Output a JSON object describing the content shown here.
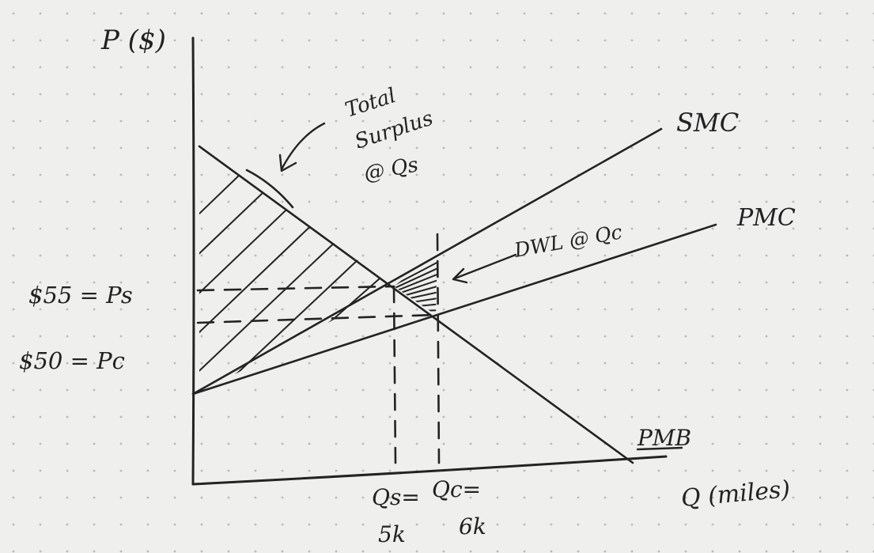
{
  "axes": {
    "y_label": "P ($)",
    "x_label": "Q (miles)"
  },
  "curves": {
    "smc": "SMC",
    "pmc": "PMC",
    "pmb": "PMB"
  },
  "price_labels": {
    "ps": "$55 = Ps",
    "pc": "$50 = Pc"
  },
  "quantity_labels": {
    "qs_top": "Qs=",
    "qs_bottom": "5k",
    "qc_top": "Qc=",
    "qc_bottom": "6k"
  },
  "annotations": {
    "total_surplus": [
      "Total",
      "Surplus",
      "@ Qs"
    ],
    "dwl": "DWL @ Qc"
  },
  "colors": {
    "ink": "#232323",
    "paper": "#efefed",
    "dots": "#b9b9b6"
  }
}
